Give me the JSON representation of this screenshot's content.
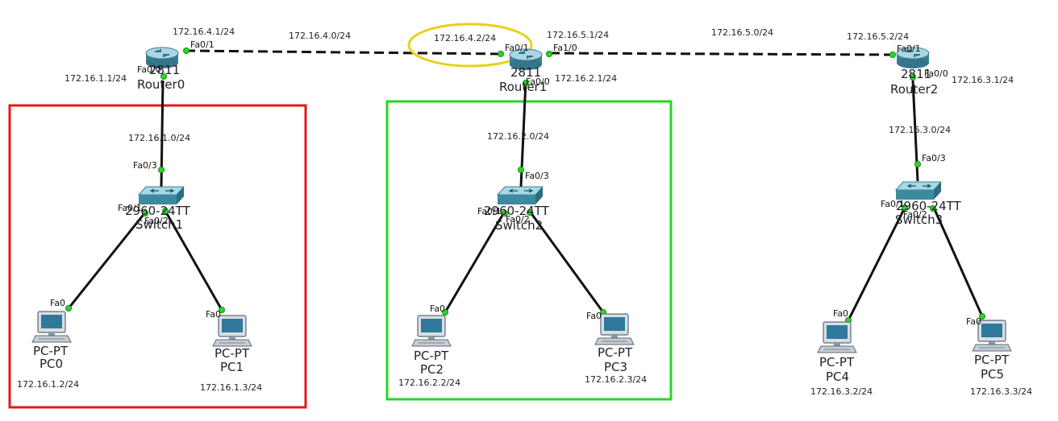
{
  "colors": {
    "box_left": "#e01a1a",
    "box_middle": "#27d427",
    "highlight": "#e6d21a",
    "link_light": "#2bd62b"
  },
  "networks": {
    "n_4_0": "172.16.4.0/24",
    "n_5_0": "172.16.5.0/24",
    "n_1_0": "172.16.1.0/24",
    "n_2_0": "172.16.2.0/24",
    "n_3_0": "172.16.3.0/24"
  },
  "routers": {
    "r0": {
      "model": "2811",
      "name": "Router0",
      "ip_fa01": "172.16.4.1/24",
      "ip_fa00": "172.16.1.1/24",
      "port_fa01": "Fa0/1",
      "port_fa00": "Fa0/0"
    },
    "r1": {
      "model": "2811",
      "name": "Router1",
      "ip_fa01": "172.16.4.2/24",
      "ip_fa10": "172.16.5.1/24",
      "ip_fa00": "172.16.2.1/24",
      "port_fa01": "Fa0/1",
      "port_fa10": "Fa1/0",
      "port_fa00": "Fa0/0"
    },
    "r2": {
      "model": "2811",
      "name": "Router2",
      "ip_fa01": "172.16.5.2/24",
      "ip_fa00": "172.16.3.1/24",
      "port_fa01": "Fa0/1",
      "port_fa00": "Fa0/0"
    }
  },
  "switches": {
    "s1": {
      "model": "2960-24TT",
      "name": "Switch1",
      "up": "Fa0/3",
      "p1": "Fa0/1",
      "p2": "Fa0/2"
    },
    "s2": {
      "model": "2960-24TT",
      "name": "Switch2",
      "up": "Fa0/3",
      "p1": "Fa0/1",
      "p2": "Fa0/2"
    },
    "s3": {
      "model": "2960-24TT",
      "name": "Switch3",
      "up": "Fa0/3",
      "p1": "Fa0/1",
      "p2": "Fa0/2"
    }
  },
  "pcs": [
    {
      "type": "PC-PT",
      "name": "PC0",
      "port": "Fa0",
      "ip": "172.16.1.2/24"
    },
    {
      "type": "PC-PT",
      "name": "PC1",
      "port": "Fa0",
      "ip": "172.16.1.3/24"
    },
    {
      "type": "PC-PT",
      "name": "PC2",
      "port": "Fa0",
      "ip": "172.16.2.2/24"
    },
    {
      "type": "PC-PT",
      "name": "PC3",
      "port": "Fa0",
      "ip": "172.16.2.3/24"
    },
    {
      "type": "PC-PT",
      "name": "PC4",
      "port": "Fa0",
      "ip": "172.16.3.2/24"
    },
    {
      "type": "PC-PT",
      "name": "PC5",
      "port": "Fa0",
      "ip": "172.16.3.3/24"
    }
  ]
}
